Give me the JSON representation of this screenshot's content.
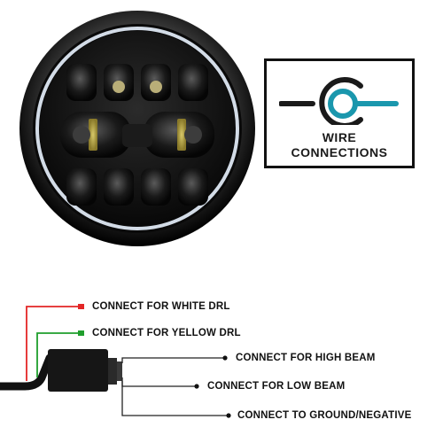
{
  "card": {
    "line1": "WIRE",
    "line2": "CONNECTIONS",
    "icon": "wire-connection-logo-icon",
    "accent": "#1a97ad",
    "ink": "#1a1a1a"
  },
  "wires": {
    "white_drl": {
      "label": "CONNECT FOR WHITE DRL",
      "color": "#e32626"
    },
    "yellow_drl": {
      "label": "CONNECT FOR YELLOW DRL",
      "color": "#1f9e2c"
    },
    "high_beam": {
      "label": "CONNECT FOR HIGH BEAM"
    },
    "low_beam": {
      "label": "CONNECT FOR LOW BEAM"
    },
    "ground": {
      "label": "CONNECT TO GROUND/NEGATIVE"
    }
  }
}
